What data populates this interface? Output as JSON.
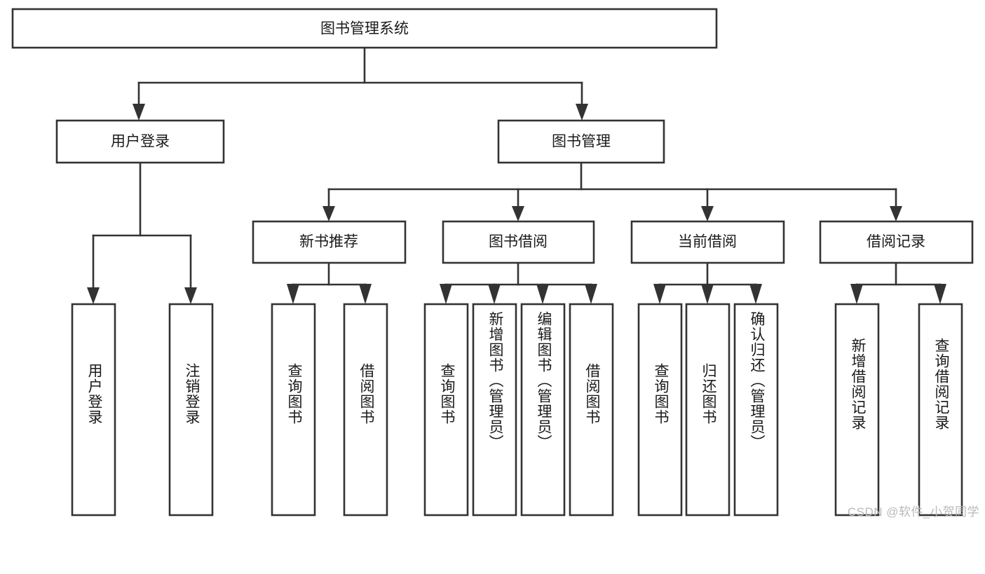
{
  "diagram": {
    "type": "tree-hierarchy",
    "title": "图书管理系统",
    "root": {
      "id": "root",
      "label": "图书管理系统",
      "orientation": "horizontal"
    },
    "level1": [
      {
        "id": "user-login",
        "label": "用户登录",
        "orientation": "horizontal"
      },
      {
        "id": "book-manage",
        "label": "图书管理",
        "orientation": "horizontal"
      }
    ],
    "level2": [
      {
        "id": "new-book-recommend",
        "label": "新书推荐",
        "parent": "book-manage",
        "orientation": "horizontal"
      },
      {
        "id": "book-borrow",
        "label": "图书借阅",
        "parent": "book-manage",
        "orientation": "horizontal"
      },
      {
        "id": "current-borrow",
        "label": "当前借阅",
        "parent": "book-manage",
        "orientation": "horizontal"
      },
      {
        "id": "borrow-record",
        "label": "借阅记录",
        "parent": "book-manage",
        "orientation": "horizontal"
      }
    ],
    "leaves": [
      {
        "id": "leaf-user-login",
        "label": "用户登录",
        "parent": "user-login",
        "orientation": "vertical"
      },
      {
        "id": "leaf-logout",
        "label": "注销登录",
        "parent": "user-login",
        "orientation": "vertical"
      },
      {
        "id": "leaf-query-book-1",
        "label": "查询图书",
        "parent": "new-book-recommend",
        "orientation": "vertical"
      },
      {
        "id": "leaf-borrow-book-1",
        "label": "借阅图书",
        "parent": "new-book-recommend",
        "orientation": "vertical"
      },
      {
        "id": "leaf-query-book-2",
        "label": "查询图书",
        "parent": "book-borrow",
        "orientation": "vertical"
      },
      {
        "id": "leaf-add-book",
        "label": "新增图书（管理员）",
        "parent": "book-borrow",
        "orientation": "vertical"
      },
      {
        "id": "leaf-edit-book",
        "label": "编辑图书（管理员）",
        "parent": "book-borrow",
        "orientation": "vertical"
      },
      {
        "id": "leaf-borrow-book-2",
        "label": "借阅图书",
        "parent": "book-borrow",
        "orientation": "vertical"
      },
      {
        "id": "leaf-query-book-3",
        "label": "查询图书",
        "parent": "current-borrow",
        "orientation": "vertical"
      },
      {
        "id": "leaf-return-book",
        "label": "归还图书",
        "parent": "current-borrow",
        "orientation": "vertical"
      },
      {
        "id": "leaf-confirm-return",
        "label": "确认归还（管理员）",
        "parent": "current-borrow",
        "orientation": "vertical"
      },
      {
        "id": "leaf-add-record",
        "label": "新增借阅记录",
        "parent": "borrow-record",
        "orientation": "vertical"
      },
      {
        "id": "leaf-query-record",
        "label": "查询借阅记录",
        "parent": "borrow-record",
        "orientation": "vertical"
      }
    ],
    "colors": {
      "box_stroke": "#333333",
      "box_fill": "#ffffff",
      "text": "#1a1a1a",
      "connector": "#333333",
      "watermark": "#b9b9b9",
      "background": "#ffffff"
    }
  },
  "watermark": {
    "text": "CSDN @软件_小贺同学"
  }
}
